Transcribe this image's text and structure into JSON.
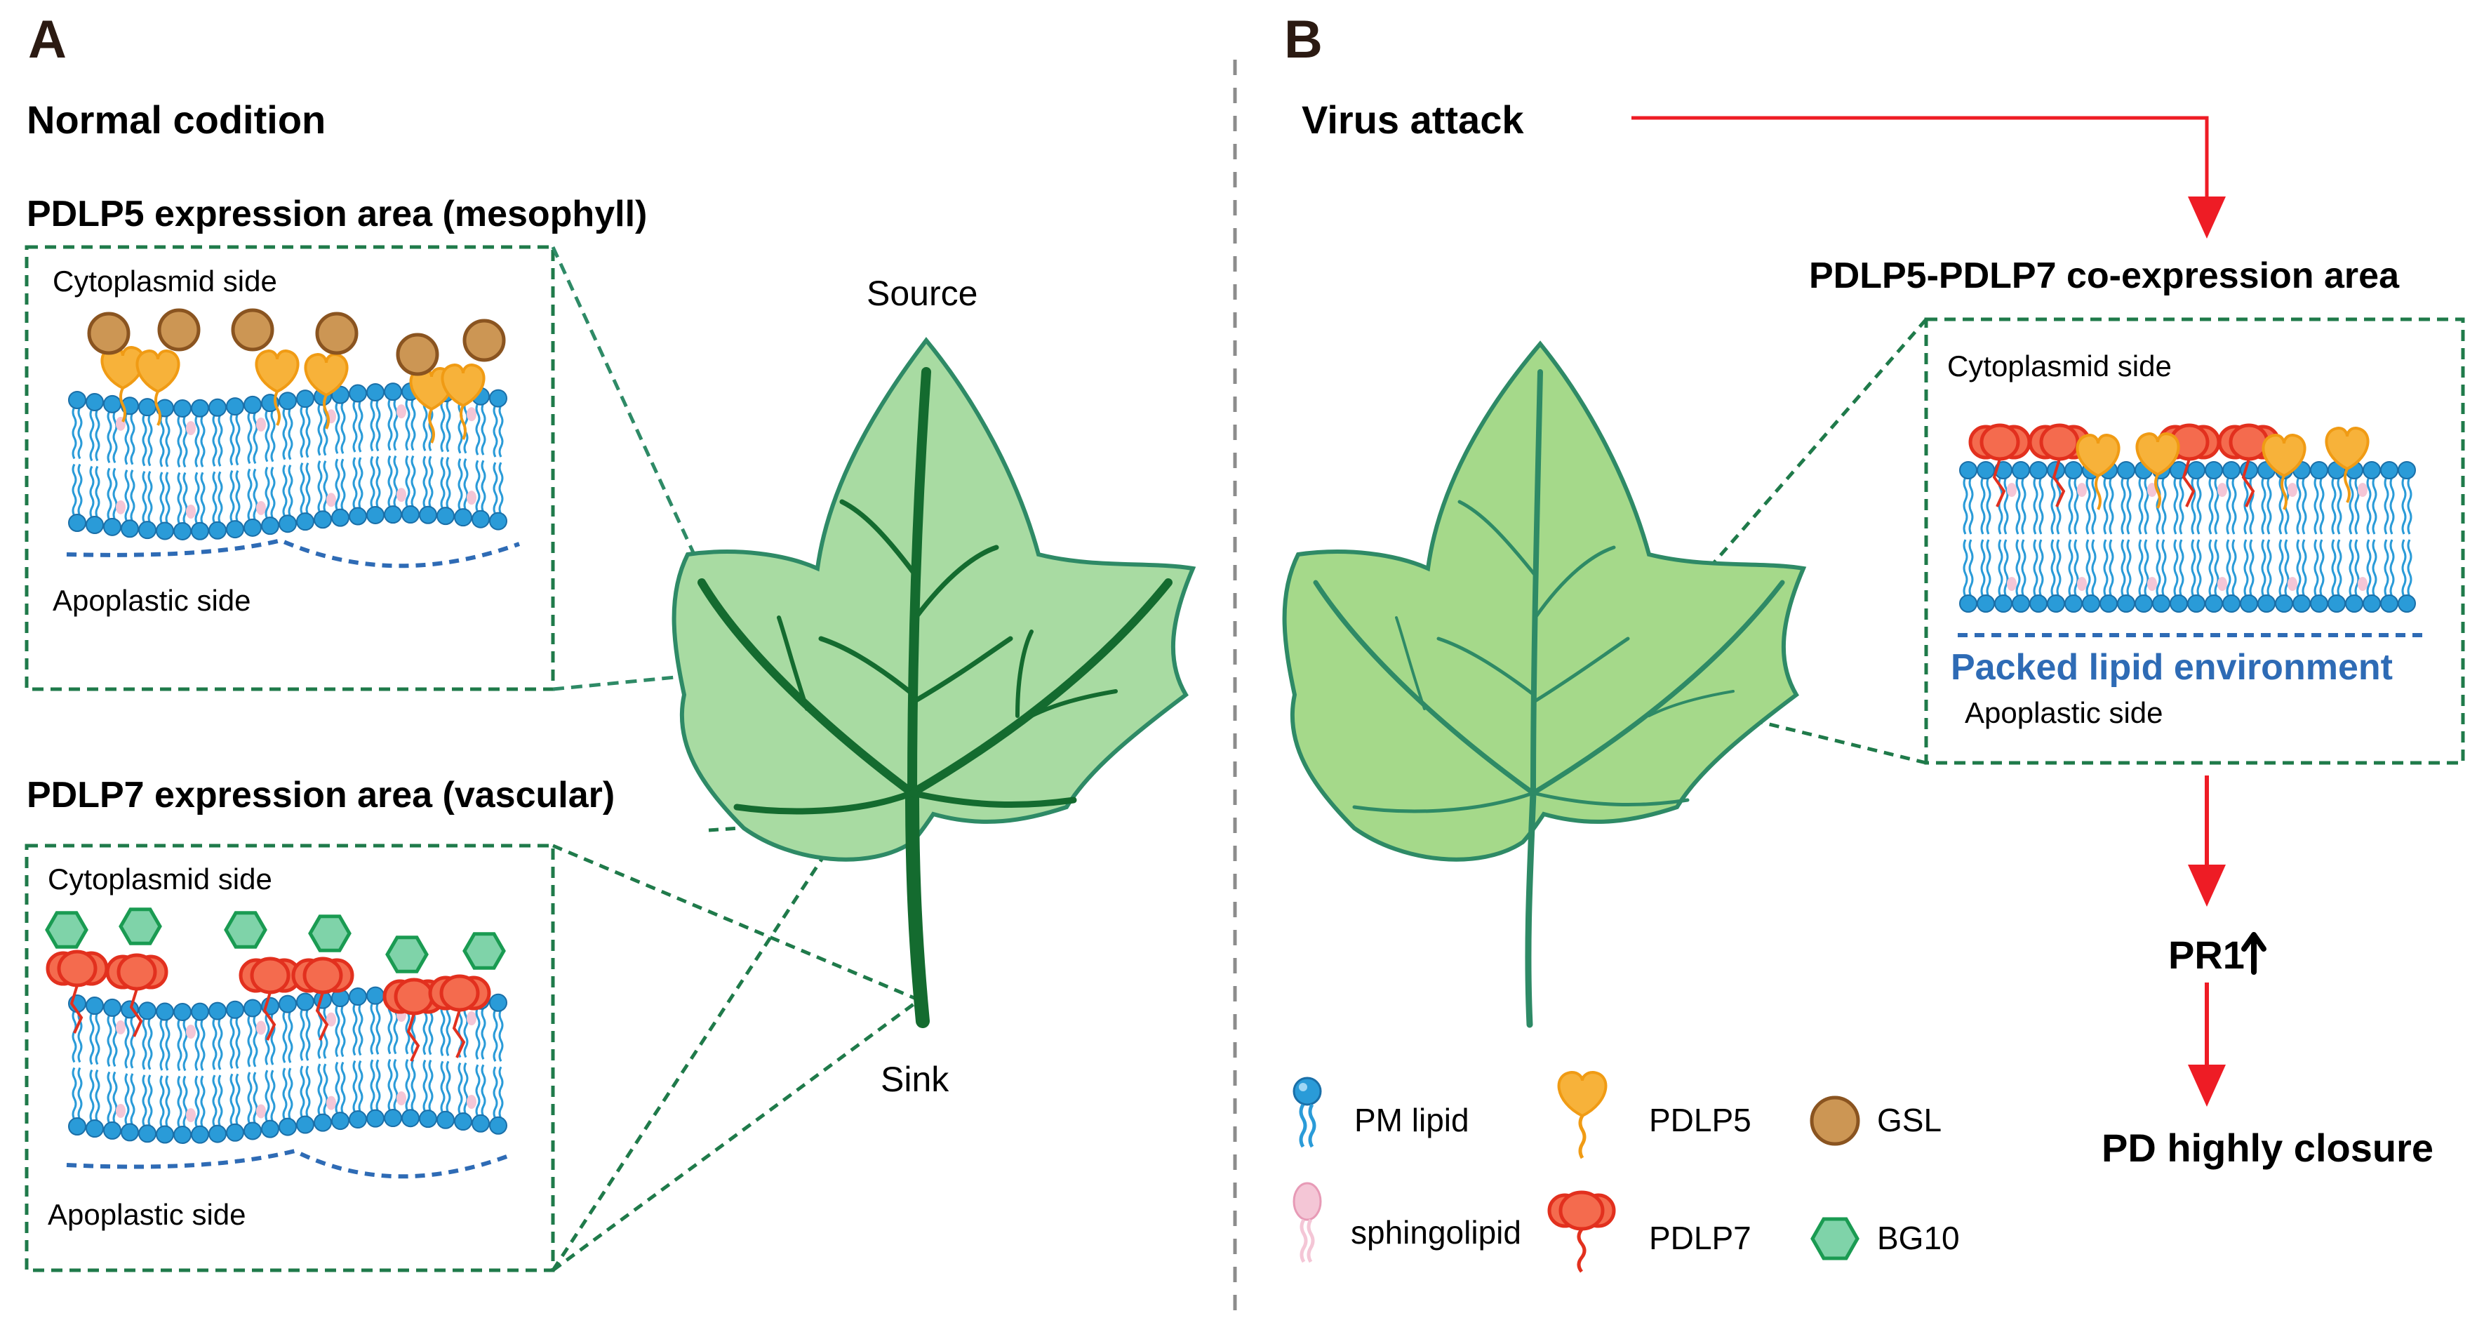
{
  "panel_a": {
    "label": "A",
    "title": "Normal codition",
    "pdlp5_title": "PDLP5 expression area (mesophyll)",
    "pdlp7_title": "PDLP7 expression area (vascular)",
    "cytoplasmic_label": "Cytoplasmid side",
    "apoplastic_label": "Apoplastic side",
    "source_label": "Source",
    "sink_label": "Sink"
  },
  "panel_b": {
    "label": "B",
    "title": "Virus attack",
    "coexpression_title": "PDLP5-PDLP7 co-expression area",
    "cytoplasmic_label": "Cytoplasmid side",
    "packed_label": "Packed lipid environment",
    "apoplastic_label": "Apoplastic side",
    "pr1_label": "PR1",
    "pd_label": "PD  highly closure"
  },
  "legend": {
    "items": [
      {
        "label": "PM lipid",
        "icon": "pm-lipid-icon"
      },
      {
        "label": "sphingolipid",
        "icon": "sphingolipid-icon"
      },
      {
        "label": "PDLP5",
        "icon": "pdlp5-icon"
      },
      {
        "label": "PDLP7",
        "icon": "pdlp7-icon"
      },
      {
        "label": "GSL",
        "icon": "gsl-icon"
      },
      {
        "label": "BG10",
        "icon": "bg10-icon"
      }
    ]
  },
  "colors": {
    "lipid_head": "#2a9bd8",
    "lipid_tail": "#2a9bd8",
    "sphingolipid": "#f4c6d6",
    "pdlp5": "#f7b23a",
    "pdlp7": "#f46b4e",
    "gsl": "#cc9654",
    "bg10": "#7fd3a9",
    "leaf_a": "#a8dba2",
    "leaf_b": "#a5d98a",
    "leaf_vein": "#146b2f",
    "leaf_vein_b": "#2e8a66",
    "box_border": "#1f7a4a",
    "arrow": "#ee1c25",
    "packed_text": "#2e6bb5"
  }
}
